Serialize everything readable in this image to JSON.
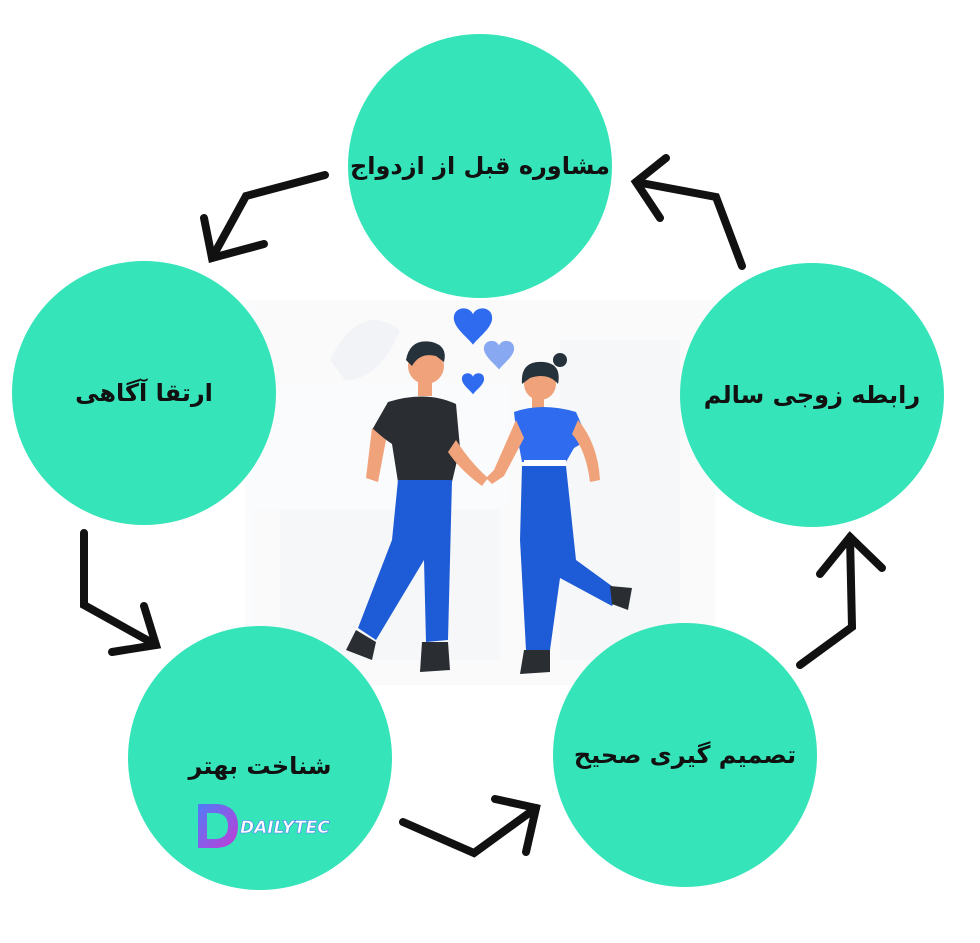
{
  "colors": {
    "node_fill": "#35E4B9",
    "arrow": "#111111",
    "heart_dark": "#2F6BEE",
    "heart_light": "#89A8F2",
    "pants": "#1E5BD6",
    "man_shirt": "#2A2E33",
    "woman_shirt": "#2F6BEE",
    "logo_gradient_start": "#4F7CF7",
    "logo_gradient_end": "#C43AD6"
  },
  "nodes": [
    {
      "id": "premarital-counseling",
      "label": "مشاوره قبل از ازدواج"
    },
    {
      "id": "healthy-relationship",
      "label": "رابطه زوجی سالم"
    },
    {
      "id": "right-decision",
      "label": "تصمیم گیری صحیح"
    },
    {
      "id": "better-knowledge",
      "label": "شناخت بهتر"
    },
    {
      "id": "raising-awareness",
      "label": "ارتقا آگاهی"
    }
  ],
  "cycle_direction": "counterclockwise",
  "center_illustration": "couple-holding-hands-with-hearts",
  "logo": {
    "text": "DAILYTEC"
  }
}
